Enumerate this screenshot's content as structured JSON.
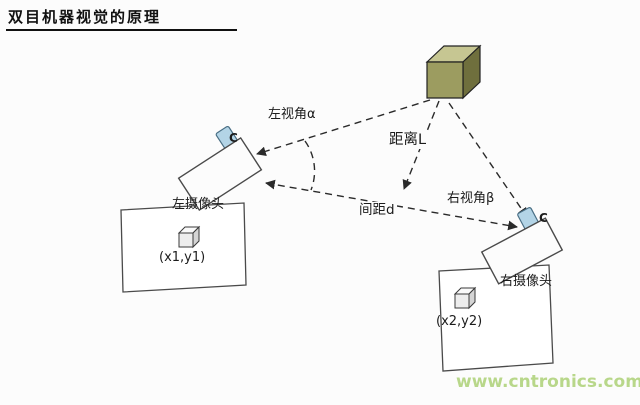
{
  "title": "双目机器视觉的原理",
  "diagram": {
    "labels": {
      "left_view_angle": "左视角α",
      "distance": "距离L",
      "spacing": "间距d",
      "right_view_angle": "右视角β",
      "left_camera": "左摄像头",
      "right_camera": "右摄像头",
      "left_lens": "C",
      "right_lens": "C",
      "left_point": "(x1,y1)",
      "right_point": "(x2,y2)"
    },
    "colors": {
      "cube_front": "#9c9c60",
      "cube_top": "#c6c692",
      "cube_side": "#6f6f3d",
      "lens_blue": "#b3d4e6",
      "line": "#2a2a2a",
      "watermark_green": "#b8d78a"
    }
  },
  "watermark": "www.cntronics.com"
}
